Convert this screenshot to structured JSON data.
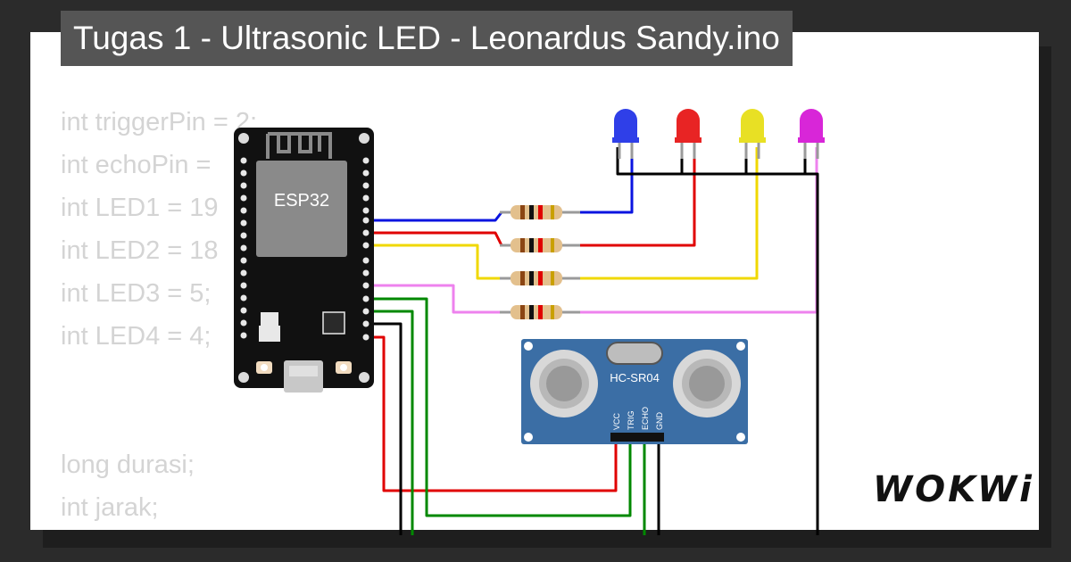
{
  "title": "Tugas 1 - Ultrasonic LED - Leonardus Sandy.ino",
  "code_lines": [
    "int triggerPin = 2;",
    "int echoPin = ",
    "int LED1 = 19",
    "int LED2 = 18",
    "int LED3 = 5;",
    "int LED4 = 4;",
    "",
    "",
    "long durasi;",
    "int jarak;"
  ],
  "esp32": {
    "label": "ESP32"
  },
  "sensor": {
    "label": "HC-SR04",
    "pins": [
      "VCC",
      "TRIG",
      "ECHO",
      "GND"
    ]
  },
  "leds": [
    {
      "color_name": "blue",
      "color": "#2f3fe8"
    },
    {
      "color_name": "red",
      "color": "#e82424"
    },
    {
      "color_name": "yellow",
      "color": "#e8e024"
    },
    {
      "color_name": "magenta",
      "color": "#d826d8"
    }
  ],
  "wires": {
    "blue": "#0a14e0",
    "red": "#e00000",
    "yellow": "#f0d800",
    "pink": "#ee82ee",
    "green": "#008800",
    "black": "#000000"
  },
  "logo": "WOKWi"
}
